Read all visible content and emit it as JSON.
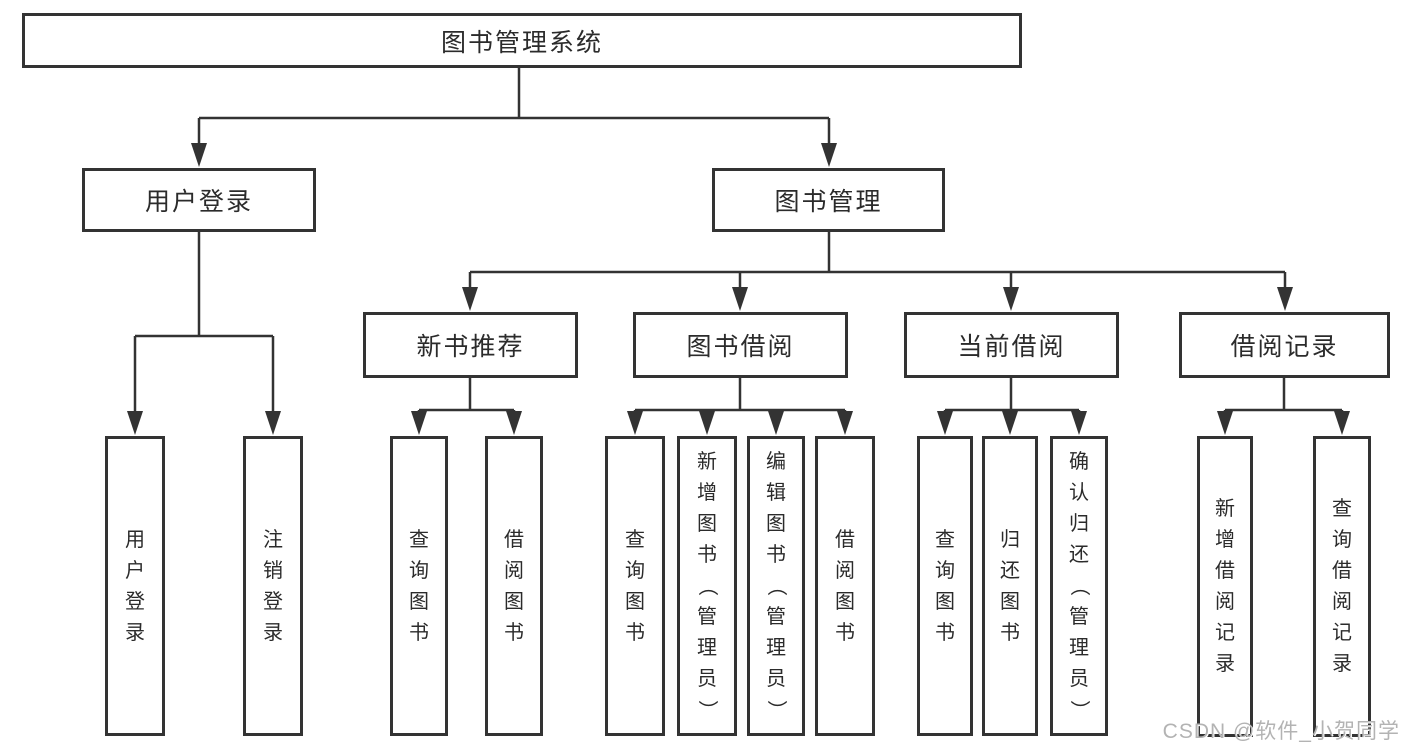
{
  "tree": {
    "root": {
      "label": "图书管理系统"
    },
    "branches": [
      {
        "label": "用户登录",
        "children": [
          {
            "label": "用户登录"
          },
          {
            "label": "注销登录"
          }
        ]
      },
      {
        "label": "图书管理",
        "children": [
          {
            "label": "新书推荐",
            "children": [
              {
                "label": "查询图书"
              },
              {
                "label": "借阅图书"
              }
            ]
          },
          {
            "label": "图书借阅",
            "children": [
              {
                "label": "查询图书"
              },
              {
                "label": "新增图书（管理员）"
              },
              {
                "label": "编辑图书（管理员）"
              },
              {
                "label": "借阅图书"
              }
            ]
          },
          {
            "label": "当前借阅",
            "children": [
              {
                "label": "查询图书"
              },
              {
                "label": "归还图书"
              },
              {
                "label": "确认归还（管理员）"
              }
            ]
          },
          {
            "label": "借阅记录",
            "children": [
              {
                "label": "新增借阅记录"
              },
              {
                "label": "查询借阅记录"
              }
            ]
          }
        ]
      }
    ]
  },
  "watermark": {
    "text": "CSDN @软件_小贺同学"
  },
  "colors": {
    "line": "#333333",
    "text": "#2b2b2b",
    "box_background": "#ffffff",
    "page_background": "#ffffff",
    "watermark": "#b3b3b3"
  }
}
